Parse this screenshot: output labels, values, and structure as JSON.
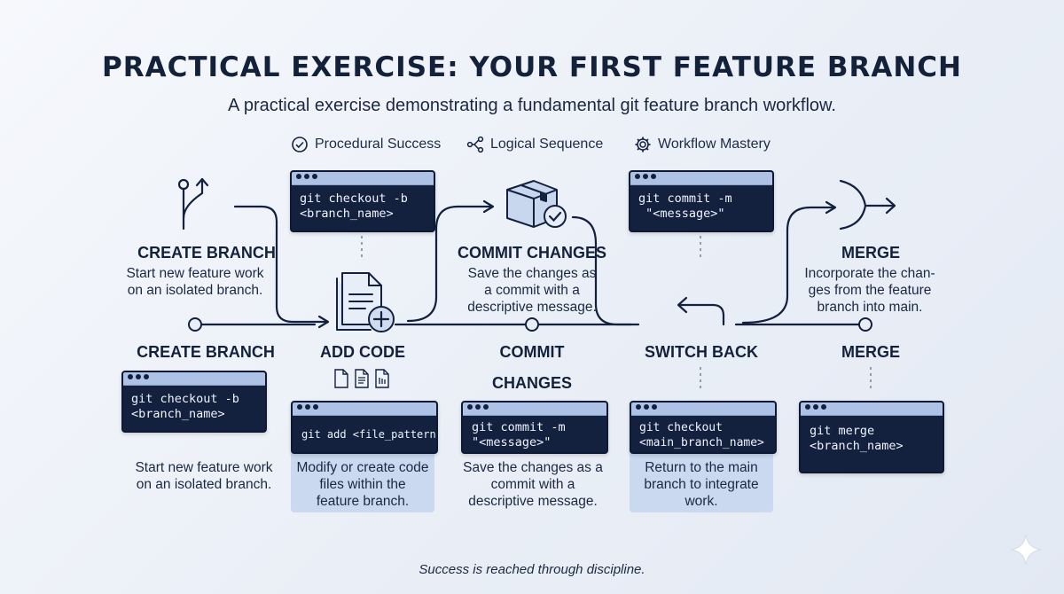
{
  "title": "PRACTICAL EXERCISE: YOUR FIRST FEATURE BRANCH",
  "subtitle": "A practical exercise demonstrating a fundamental git feature branch workflow.",
  "pills": [
    {
      "label": "Procedural Success",
      "icon": "check-circle-icon"
    },
    {
      "label": "Logical Sequence",
      "icon": "branch-nodes-icon"
    },
    {
      "label": "Workflow Mastery",
      "icon": "gear-icon"
    }
  ],
  "top": {
    "create": {
      "heading": "CREATE BRANCH",
      "desc1": "Start new feature work",
      "desc2": "on an isolated branch.",
      "icon": "branch-split-icon"
    },
    "commit": {
      "heading": "COMMIT CHANGES",
      "desc1": "Save the changes as",
      "desc2": "a commit with a",
      "desc3": "descriptive message.",
      "icon": "package-check-icon"
    },
    "merge": {
      "heading": "MERGE",
      "desc1": "Incorporate the chan-",
      "desc2": "ges from the feature",
      "desc3": "branch into main.",
      "icon": "merge-arrows-icon"
    },
    "term_checkout": {
      "line1": "git checkout -b",
      "line2": "<branch_name>"
    },
    "term_commit": {
      "line1": "git commit -m",
      "line2": " \"<message>\""
    },
    "add_icon": "document-add-icon",
    "switch_icon": "return-arrow-icon"
  },
  "bottom": {
    "create": {
      "h1": "CREATE BRANCH",
      "line1": "git checkout -b",
      "line2": "<branch_name>",
      "desc1": "Start new feature work",
      "desc2": "on an isolated branch."
    },
    "add": {
      "h1": "ADD CODE",
      "line1": "git add <file_pattern>",
      "desc1": "Modify or create code",
      "desc2": "files within the",
      "desc3": "feature branch.",
      "icons": [
        "file-icon",
        "file-text-icon",
        "file-code-icon"
      ]
    },
    "commit": {
      "h1": "COMMIT",
      "h2": "CHANGES",
      "line1": "git commit -m",
      "line2": "\"<message>\"",
      "desc1": "Save the changes as a",
      "desc2": "commit with a",
      "desc3": "descriptive message."
    },
    "switch": {
      "h1": "SWITCH BACK",
      "line1": "git checkout",
      "line2": "<main_branch_name>",
      "desc1": "Return to the main",
      "desc2": "branch to integrate",
      "desc3": "work."
    },
    "merge": {
      "h1": "MERGE",
      "line1": "git merge",
      "line2": "<branch_name>"
    }
  },
  "footer": "Success is reached through discipline.",
  "colors": {
    "navy": "#13213f",
    "terminal_bar": "#aec2e6",
    "card": "#cad9ef",
    "background": "#eef2f8"
  }
}
